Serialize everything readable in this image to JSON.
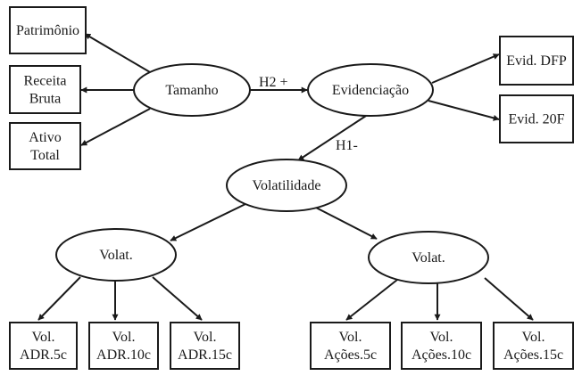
{
  "diagram": {
    "type": "structural-model",
    "colors": {
      "stroke": "#1a1a1a",
      "background": "#ffffff"
    },
    "nodes": [
      {
        "id": "patrimonio",
        "kind": "indicator",
        "lines": [
          "Patrimônio"
        ]
      },
      {
        "id": "receita",
        "kind": "indicator",
        "lines": [
          "Receita",
          "Bruta"
        ]
      },
      {
        "id": "ativo",
        "kind": "indicator",
        "lines": [
          "Ativo",
          "Total"
        ]
      },
      {
        "id": "tamanho",
        "kind": "construct",
        "lines": [
          "Tamanho"
        ]
      },
      {
        "id": "evidenciacao",
        "kind": "construct",
        "lines": [
          "Evidenciação"
        ]
      },
      {
        "id": "evid_dfp",
        "kind": "indicator",
        "lines": [
          "Evid. DFP"
        ]
      },
      {
        "id": "evid_20f",
        "kind": "indicator",
        "lines": [
          "Evid. 20F"
        ]
      },
      {
        "id": "volatilidade",
        "kind": "construct",
        "lines": [
          "Volatilidade"
        ]
      },
      {
        "id": "volat_adr",
        "kind": "construct",
        "lines": [
          "Volat."
        ]
      },
      {
        "id": "volat_acoes",
        "kind": "construct",
        "lines": [
          "Volat."
        ]
      },
      {
        "id": "adr5",
        "kind": "indicator",
        "lines": [
          "Vol.",
          "ADR.5c"
        ]
      },
      {
        "id": "adr10",
        "kind": "indicator",
        "lines": [
          "Vol.",
          "ADR.10c"
        ]
      },
      {
        "id": "adr15",
        "kind": "indicator",
        "lines": [
          "Vol.",
          "ADR.15c"
        ]
      },
      {
        "id": "acoes5",
        "kind": "indicator",
        "lines": [
          "Vol.",
          "Ações.5c"
        ]
      },
      {
        "id": "acoes10",
        "kind": "indicator",
        "lines": [
          "Vol.",
          "Ações.10c"
        ]
      },
      {
        "id": "acoes15",
        "kind": "indicator",
        "lines": [
          "Vol.",
          "Ações.15c"
        ]
      }
    ],
    "edges": [
      {
        "from": "tamanho",
        "to": "patrimonio",
        "label": ""
      },
      {
        "from": "tamanho",
        "to": "receita",
        "label": ""
      },
      {
        "from": "tamanho",
        "to": "ativo",
        "label": ""
      },
      {
        "from": "tamanho",
        "to": "evidenciacao",
        "label": "H2 +"
      },
      {
        "from": "evidenciacao",
        "to": "evid_dfp",
        "label": ""
      },
      {
        "from": "evidenciacao",
        "to": "evid_20f",
        "label": ""
      },
      {
        "from": "evidenciacao",
        "to": "volatilidade",
        "label": "H1-"
      },
      {
        "from": "volatilidade",
        "to": "volat_adr",
        "label": ""
      },
      {
        "from": "volatilidade",
        "to": "volat_acoes",
        "label": ""
      },
      {
        "from": "volat_adr",
        "to": "adr5",
        "label": ""
      },
      {
        "from": "volat_adr",
        "to": "adr10",
        "label": ""
      },
      {
        "from": "volat_adr",
        "to": "adr15",
        "label": ""
      },
      {
        "from": "volat_acoes",
        "to": "acoes5",
        "label": ""
      },
      {
        "from": "volat_acoes",
        "to": "acoes10",
        "label": ""
      },
      {
        "from": "volat_acoes",
        "to": "acoes15",
        "label": ""
      }
    ]
  }
}
